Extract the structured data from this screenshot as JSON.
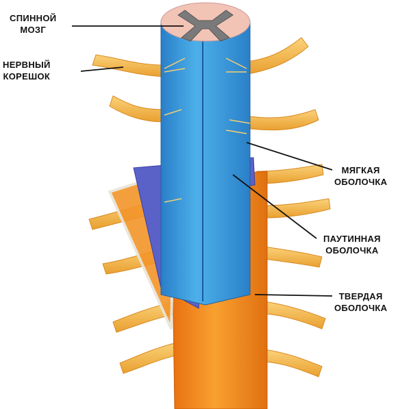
{
  "labels": {
    "spinal_cord": [
      "СПИННОЙ",
      "МОЗГ"
    ],
    "nerve_root": [
      "НЕРВНЫЙ",
      "КОРЕШОК"
    ],
    "pia_mater": [
      "МЯГКАЯ",
      "ОБОЛОЧКА"
    ],
    "arachnoid": [
      "ПАУТИННАЯ",
      "ОБОЛОЧКА"
    ],
    "dura_mater": [
      "ТВЕРДАЯ",
      "ОБОЛОЧКА"
    ]
  },
  "colors": {
    "nerve": "#f5b84a",
    "dura": "#f08a1c",
    "arachnoid": "#5a62c8",
    "pia": "#3ea0e0",
    "cord_section": "#f2c4b6",
    "grey_matter": "#7a7a7a"
  }
}
